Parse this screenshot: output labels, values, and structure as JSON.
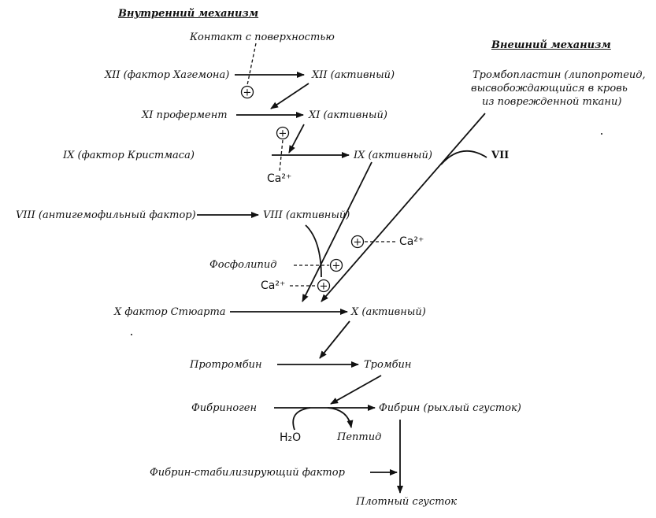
{
  "headers": {
    "intrinsic": "Внутренний механизм",
    "extrinsic": "Внешний механизм"
  },
  "labels": {
    "contact": "Контакт с поверхностью",
    "xii_inactive": "XII (фактор Хагемона)",
    "xii_active": "XII (активный)",
    "xi_inactive": "XI профермент",
    "xi_active": "XI (активный)",
    "ix_inactive": "IX (фактор Кристмаса)",
    "ix_active": "IX (активный)",
    "ca_ix": "Ca²⁺",
    "thromboplastin_line1": "Тромбопластин (липопротеид,",
    "thromboplastin_line2": "высвобождающийся в кровь",
    "thromboplastin_line3": "из поврежденной ткани)",
    "vii": "VII",
    "viii_inactive": "VIII (антигемофильный фактор)",
    "viii_active": "VIII (активный)",
    "ca_vii": "Ca²⁺",
    "phospholipid": "Фосфолипид",
    "ca_x": "Ca²⁺",
    "x_inactive": "X фактор Стюарта",
    "x_active": "X (активный)",
    "prothrombin": "Протромбин",
    "thrombin": "Тромбин",
    "fibrinogen": "Фибриноген",
    "fibrin_loose": "Фибрин (рыхлый сгусток)",
    "water": "H₂O",
    "peptide": "Пептид",
    "fsf": "Фибрин-стабилизирующий фактор",
    "clot": "Плотный сгусток"
  },
  "markers": {
    "plus_sign": "+"
  },
  "colors": {
    "ink": "#111111",
    "background": "#ffffff"
  }
}
